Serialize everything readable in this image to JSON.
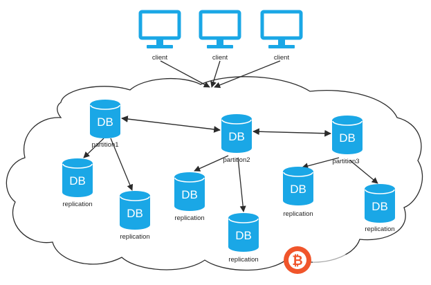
{
  "colors": {
    "accent": "#1aa7e6",
    "edge": "#2b2b2b",
    "cloud_stroke": "#2b2b2b",
    "watermark": "#f0552b"
  },
  "clients": [
    {
      "label": "client",
      "icon": "monitor-icon"
    },
    {
      "label": "client",
      "icon": "monitor-icon"
    },
    {
      "label": "client",
      "icon": "monitor-icon"
    }
  ],
  "db_text": "DB",
  "partitions": [
    {
      "label": "partition1"
    },
    {
      "label": "partition2"
    },
    {
      "label": "partition3"
    }
  ],
  "replications": [
    {
      "label": "replication"
    },
    {
      "label": "replication"
    },
    {
      "label": "replication"
    },
    {
      "label": "replication"
    },
    {
      "label": "replication"
    },
    {
      "label": "replication"
    }
  ],
  "watermark": {
    "glyph": "₿",
    "icon": "bitcoin-logo-icon"
  }
}
